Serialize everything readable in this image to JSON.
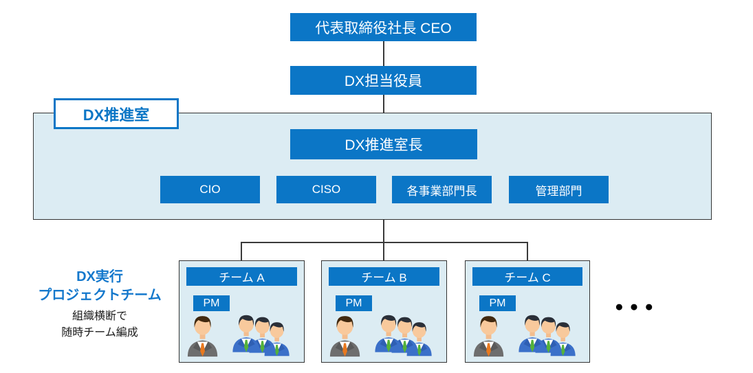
{
  "org": {
    "ceo": "代表取締役社長 CEO",
    "dx_officer": "DX担当役員",
    "dx_office": "DX推進室",
    "dx_office_head": "DX推進室長",
    "members": [
      "CIO",
      "CISO",
      "各事業部門長",
      "管理部門"
    ]
  },
  "teams": [
    {
      "name": "チーム A",
      "pm_label": "PM"
    },
    {
      "name": "チーム B",
      "pm_label": "PM"
    },
    {
      "name": "チーム C",
      "pm_label": "PM"
    }
  ],
  "side_label": {
    "title_line1": "DX実行",
    "title_line2": "プロジェクトチーム",
    "note_line1": "組織横断で",
    "note_line2": "随時チーム編成"
  },
  "ellipsis": "●●●",
  "icons": {
    "pm_person": "gray-suit-person-icon",
    "team_members": "blue-suit-people-group-icon"
  },
  "colors": {
    "primary_blue": "#0b76c6",
    "panel_fill": "#dcecf3",
    "connector": "#3a3a3a",
    "side_label_blue": "#1478cc",
    "suit_gray": "#6e6e6e",
    "suit_blue": "#3b70c9",
    "tie_orange": "#e8791f",
    "tie_green": "#55b23a"
  }
}
